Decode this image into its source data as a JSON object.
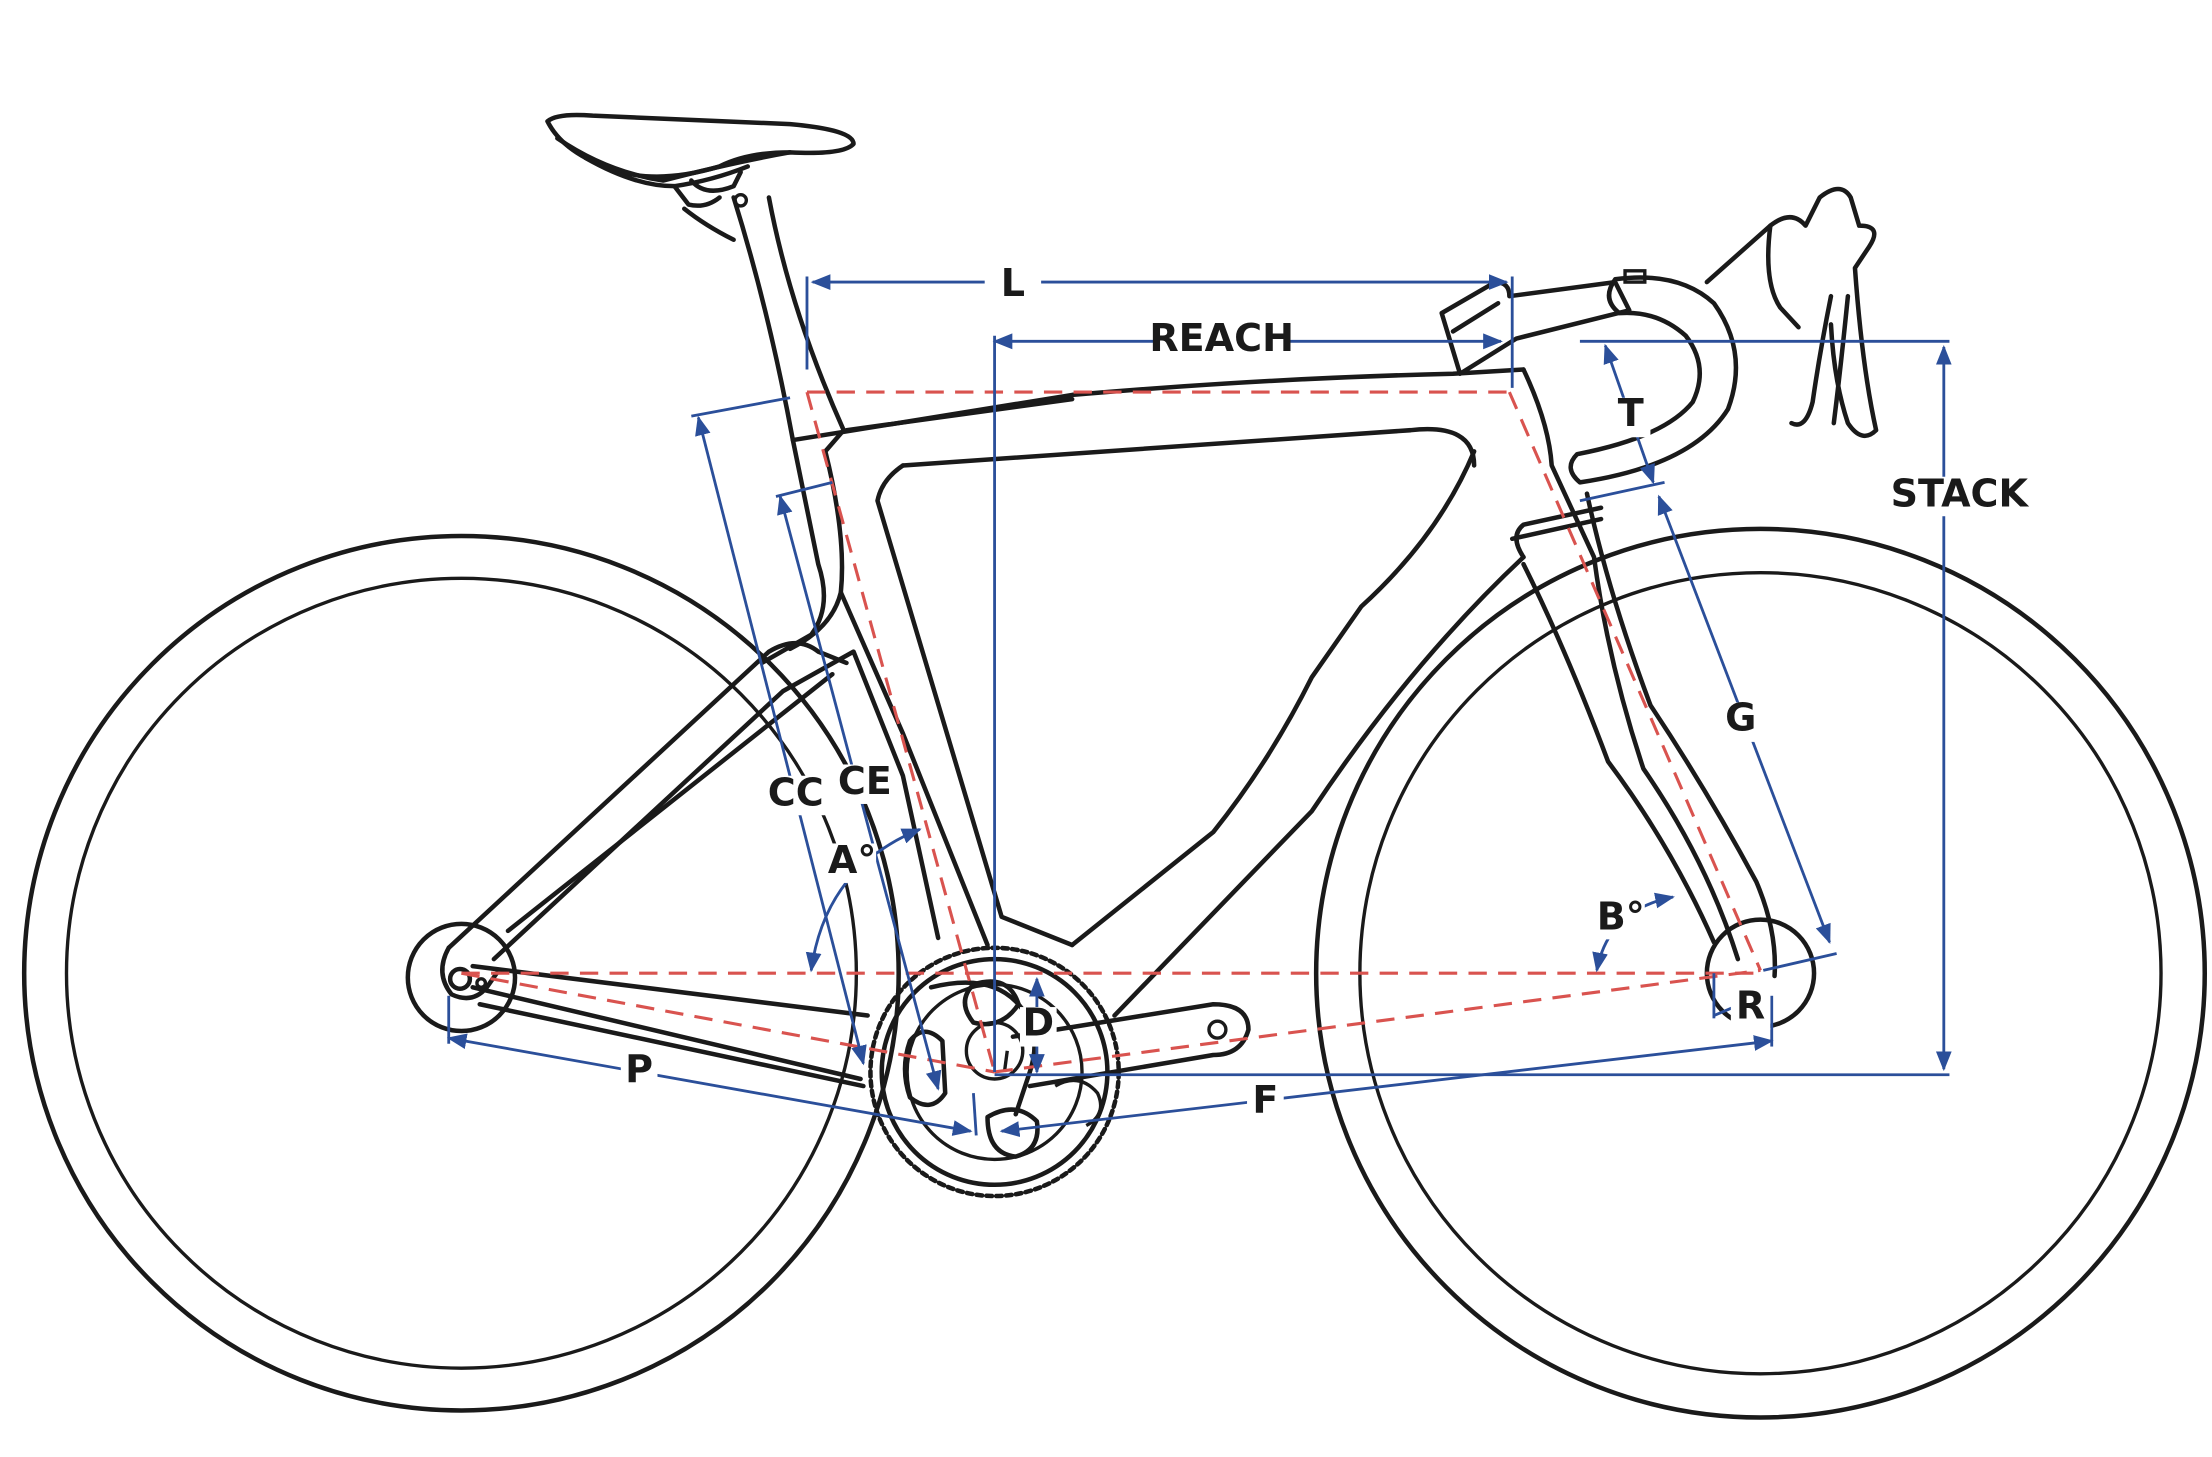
{
  "labels": {
    "L": "L",
    "REACH": "REACH",
    "STACK": "STACK",
    "T": "T",
    "G": "G",
    "CC": "CC",
    "CE": "CE",
    "A": "A°",
    "B": "B°",
    "D": "D",
    "R": "R",
    "P": "P",
    "F": "F"
  },
  "colors": {
    "outline": "#1a1a1a",
    "geometry_lines": "#d9534f",
    "dimension_lines": "#2b4f9a"
  }
}
